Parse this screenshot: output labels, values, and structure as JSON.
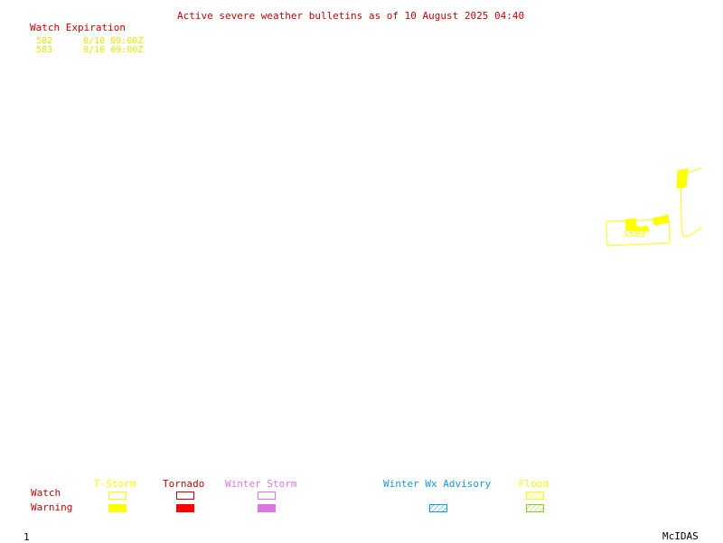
{
  "title": "Active severe weather bulletins as of 10 August 2025 04:40",
  "watch_expiration": {
    "heading": "Watch Expiration",
    "rows": [
      {
        "id": "582",
        "time": "8/10 09:00Z"
      },
      {
        "id": "583",
        "time": "8/10 09:00Z"
      }
    ]
  },
  "map": {
    "watch_label": "S583"
  },
  "legend": {
    "row_watch": "Watch",
    "row_warning": "Warning",
    "categories": [
      {
        "label": "T-Storm",
        "color": "#ffff00"
      },
      {
        "label": "Tornado",
        "color": "#ff0000"
      },
      {
        "label": "Winter Storm",
        "color": "#dd77dd"
      },
      {
        "label": "Winter Wx Advisory",
        "color": "#1199dd"
      },
      {
        "label": "Flood",
        "color": "#88cc22"
      }
    ]
  },
  "footer": {
    "frame_number": "1",
    "brand": "McIDAS"
  },
  "colors": {
    "text_red": "#cc0000",
    "watch_yellow": "#ffff00",
    "expiration_text": "#e6e600"
  }
}
